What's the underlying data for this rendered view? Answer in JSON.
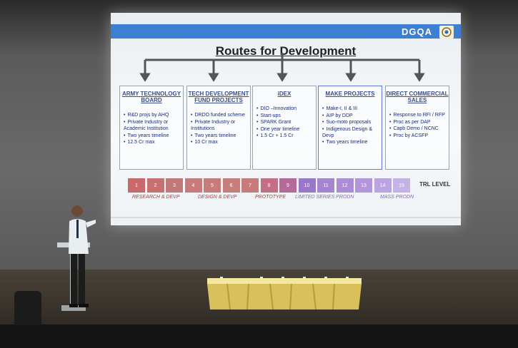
{
  "slide": {
    "brand": "DGQA",
    "title": "Routes for Development",
    "routes": [
      {
        "heading": "ARMY TECHNOLOGY BOARD",
        "items": [
          "R&D projs by AHQ",
          "Private Industry or Academic Institution",
          "Two years timeline",
          "12.5 Cr max"
        ]
      },
      {
        "heading": "TECH DEVELOPMENT FUND PROJECTS",
        "items": [
          "DRDO funded scheme",
          "Private Industry or Institutions",
          "Two years timeline",
          "10 Cr max"
        ]
      },
      {
        "heading": "iDEX",
        "items": [
          "DIO –Innovation",
          "Start-ups",
          "SPARK Grant",
          "One year timeline",
          "1.5 Cr + 1.5 Cr"
        ]
      },
      {
        "heading": "MAKE PROJECTS",
        "items": [
          "Make-I, II & III",
          "AIP by DDP",
          "Suo-moto proposals",
          "Indigenous Design & Devp",
          "Two years timeline"
        ]
      },
      {
        "heading": "DIRECT COMMERCIAL SALES",
        "items": [
          "Response to RFI / RFP",
          "Proc as per DAP",
          "Capb Demo / NCNC",
          "Proc by ACSFP"
        ]
      }
    ],
    "trl_numbers": [
      "1",
      "2",
      "3",
      "4",
      "5",
      "6",
      "7",
      "8",
      "9",
      "10",
      "11",
      "12",
      "13",
      "14",
      "15"
    ],
    "trl_label": "TRL LEVEL",
    "phases": [
      {
        "label": "RESEARCH & DEVP",
        "color": "#c0392b"
      },
      {
        "label": "DESIGN & DEVP",
        "color": "#c0392b"
      },
      {
        "label": "PROTOTYPE",
        "color": "#c0392b"
      },
      {
        "label": "LIMITED SERIES PRODN",
        "color": "#8e63c9"
      },
      {
        "label": "MASS PRODN",
        "color": "#8e63c9"
      }
    ],
    "colors": {
      "header_bar": "#3c7fd3",
      "trl_red": [
        "#c96a6a",
        "#c87070",
        "#c07878",
        "#c97b7b",
        "#c87b7b",
        "#c97e7e",
        "#c97b7b",
        "#c36f87",
        "#b56b9a",
        "#9a78c9",
        "#a584d0",
        "#ad8cd6",
        "#b197da",
        "#bba5e0",
        "#c5b3e6"
      ]
    }
  }
}
